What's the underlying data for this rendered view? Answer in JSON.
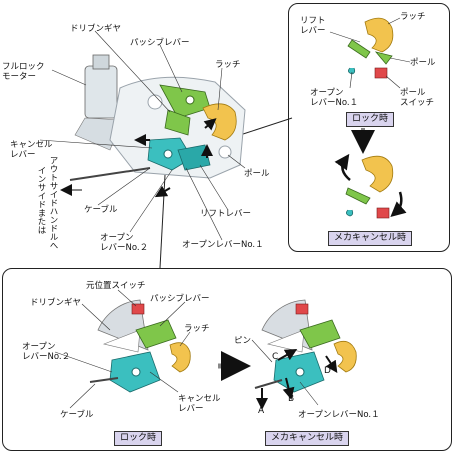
{
  "labels": {
    "drive_gear_top": "ドリブンギヤ",
    "passive_lever_top": "パッシブレバー",
    "full_lock_motor": "フルロック\nモーター",
    "latch_top": "ラッチ",
    "cancel_lever_top": "キャンセル\nレバー",
    "cable_top": "ケーブル",
    "open_lever_no2_top": "オープン\nレバーNo.２",
    "open_lever_no1_top": "オープンレバーNo.１",
    "lift_lever_top": "リフトレバー",
    "pawl_top": "ポール",
    "outside_handle_col1": "アウトサイドハンドルへ",
    "outside_handle_col2": "インサイドまたは"
  },
  "inset_top_right": {
    "lift_lever": "リフト\nレバー",
    "latch": "ラッチ",
    "pawl": "ポール",
    "open_lever_no1": "オープン\nレバーNo.１",
    "pawl_switch": "ポール\nスイッチ",
    "caption_lock": "ロック時",
    "caption_cancel": "メカキャンセル時",
    "mark_e": "E"
  },
  "bottom_panel": {
    "origin_switch": "元位置スイッチ",
    "drive_gear": "ドリブンギヤ",
    "passive_lever": "パッシブレバー",
    "latch": "ラッチ",
    "open_lever_no2": "オープン\nレバーNo.２",
    "cable": "ケーブル",
    "cancel_lever": "キャンセル\nレバー",
    "pin": "ピン",
    "open_lever_no1": "オープンレバーNo.１",
    "caption_lock": "ロック時",
    "caption_cancel": "メカキャンセル時",
    "marks": [
      "A",
      "B",
      "C",
      "D"
    ]
  },
  "colors": {
    "green": "#7fc64a",
    "teal": "#3bbfbf",
    "yellow": "#f2c34e",
    "red": "#e0484a",
    "gray": "#9aa3ab",
    "caption_bg": "#d9d4ee"
  }
}
